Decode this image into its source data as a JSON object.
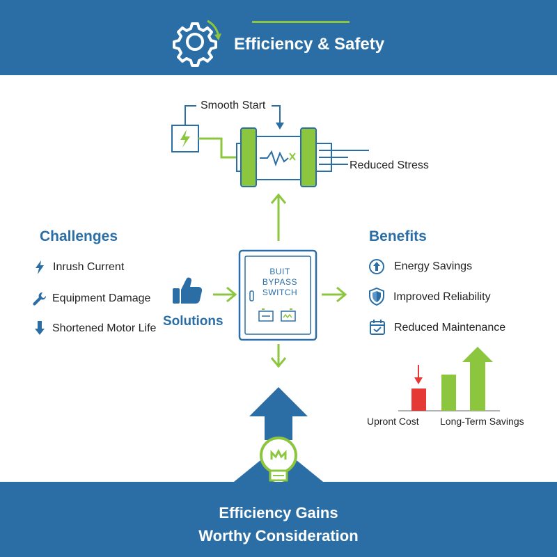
{
  "header": {
    "title": "Efficiency & Safety"
  },
  "motor": {
    "start_label": "Smooth Start",
    "stress_label": "Reduced Stress"
  },
  "challenges": {
    "title": "Challenges",
    "items": [
      {
        "label": "Inrush Current",
        "icon": "lightning-icon"
      },
      {
        "label": "Equipment Damage",
        "icon": "wrench-icon"
      },
      {
        "label": "Shortened Motor Life",
        "icon": "arrow-down-icon"
      }
    ]
  },
  "solutions": {
    "label": "Solutions",
    "icon": "thumbs-up-icon"
  },
  "switch": {
    "line1": "BUIT",
    "line2": "BYPASS",
    "line3": "SWITCH"
  },
  "benefits": {
    "title": "Benefits",
    "items": [
      {
        "label": "Energy Savings",
        "icon": "arrow-up-circle-icon"
      },
      {
        "label": "Improved Reliability",
        "icon": "shield-icon"
      },
      {
        "label": "Reduced Maintenance",
        "icon": "calendar-check-icon"
      }
    ]
  },
  "cost_chart": {
    "left_label": "Upront Cost",
    "right_label": "Long-Term Savings"
  },
  "footer": {
    "line1": "Efficiency Gains",
    "line2": "Worthy Consideration"
  },
  "colors": {
    "blue": "#2b6ea6",
    "green": "#8cc63f",
    "red": "#e53935"
  }
}
